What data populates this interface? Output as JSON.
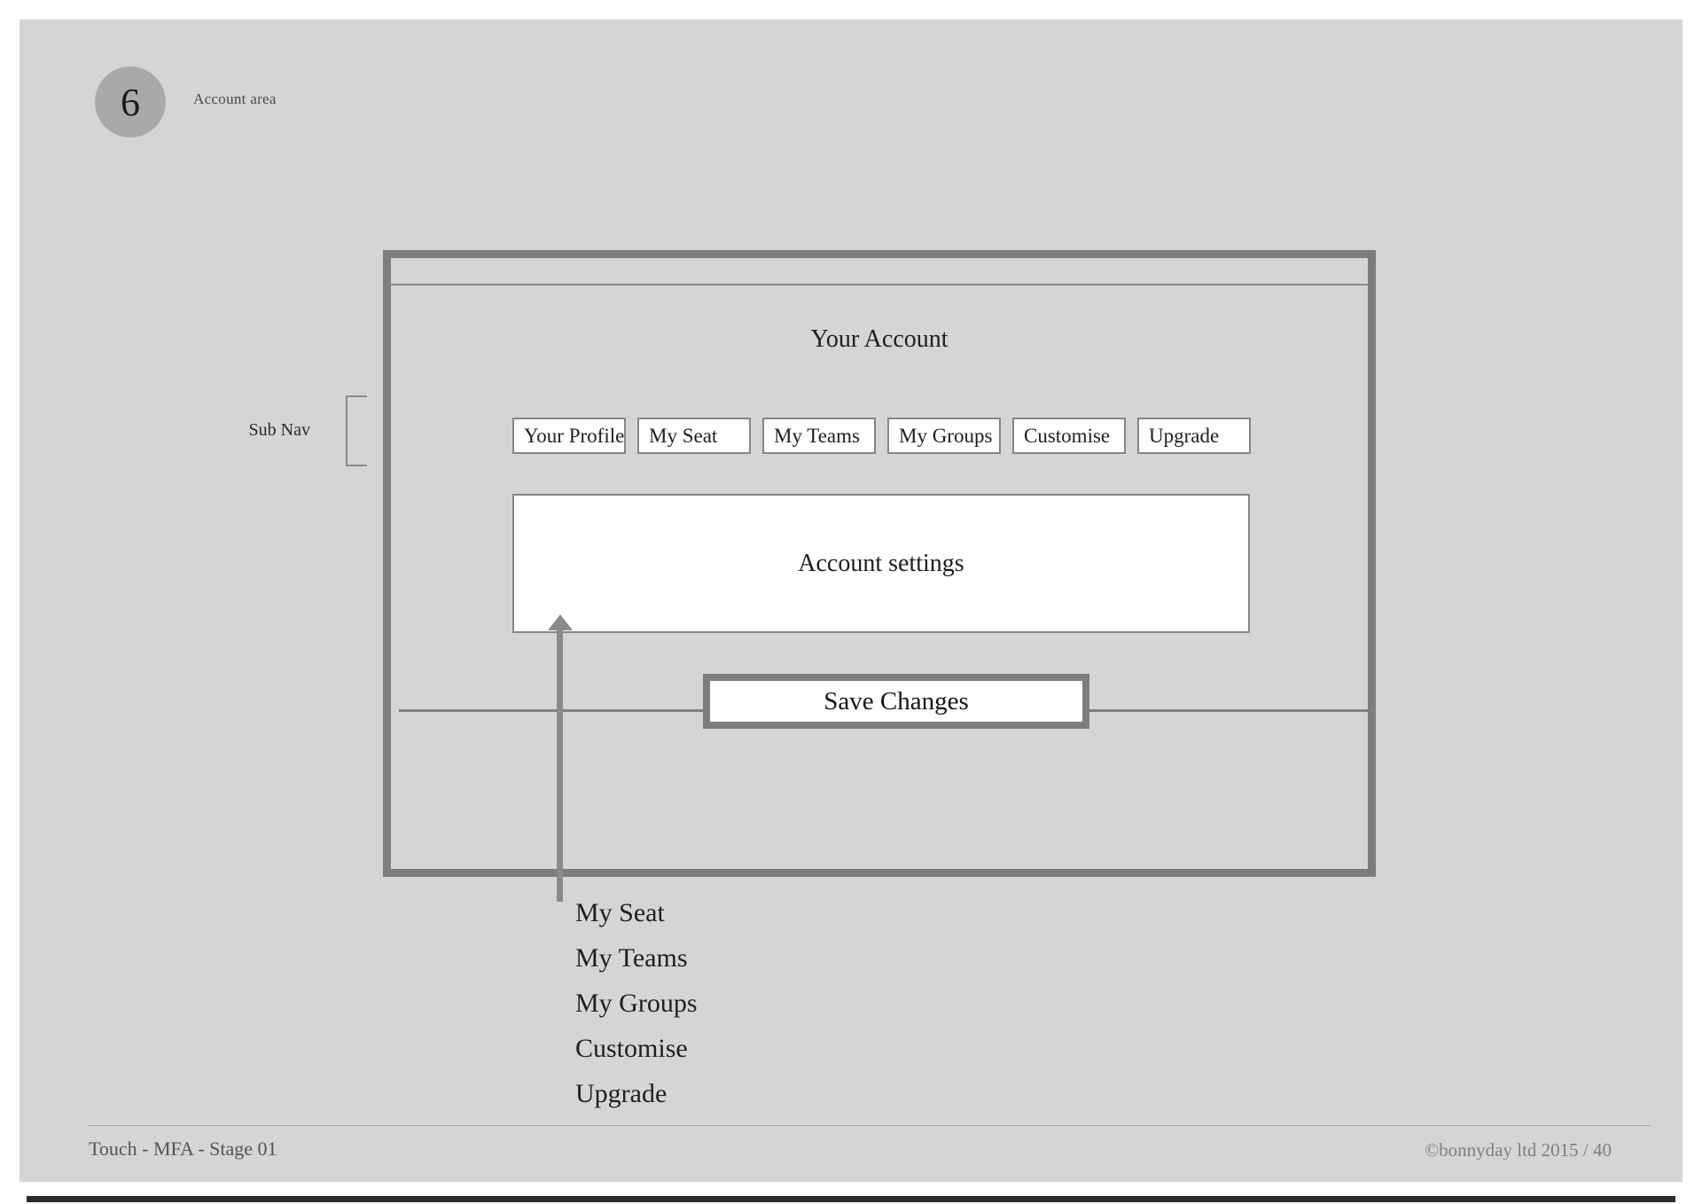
{
  "slide": {
    "number": "6",
    "section_title": "Account area"
  },
  "annotations": {
    "sub_nav_label": "Sub Nav",
    "flow_list": [
      "My Seat",
      "My Teams",
      "My Groups",
      "Customise",
      "Upgrade"
    ]
  },
  "wireframe": {
    "title": "Your Account",
    "sub_nav": [
      "Your Profile",
      "My Seat",
      "My Teams",
      "My Groups",
      "Customise",
      "Upgrade"
    ],
    "panel_label": "Account settings",
    "save_button": "Save Changes"
  },
  "footer": {
    "project": "Touch - MFA - Stage 01",
    "copyright": "©bonnyday ltd 2015  /  40"
  },
  "colors": {
    "canvas": "#d5d5d5",
    "frame_border": "#7d7d7d",
    "thin_border": "#868686",
    "annotation_gray": "#8a8a8a",
    "badge_fill": "#a9a9a9",
    "text_dark": "#1f1f1f",
    "footer_text": "#808080"
  }
}
